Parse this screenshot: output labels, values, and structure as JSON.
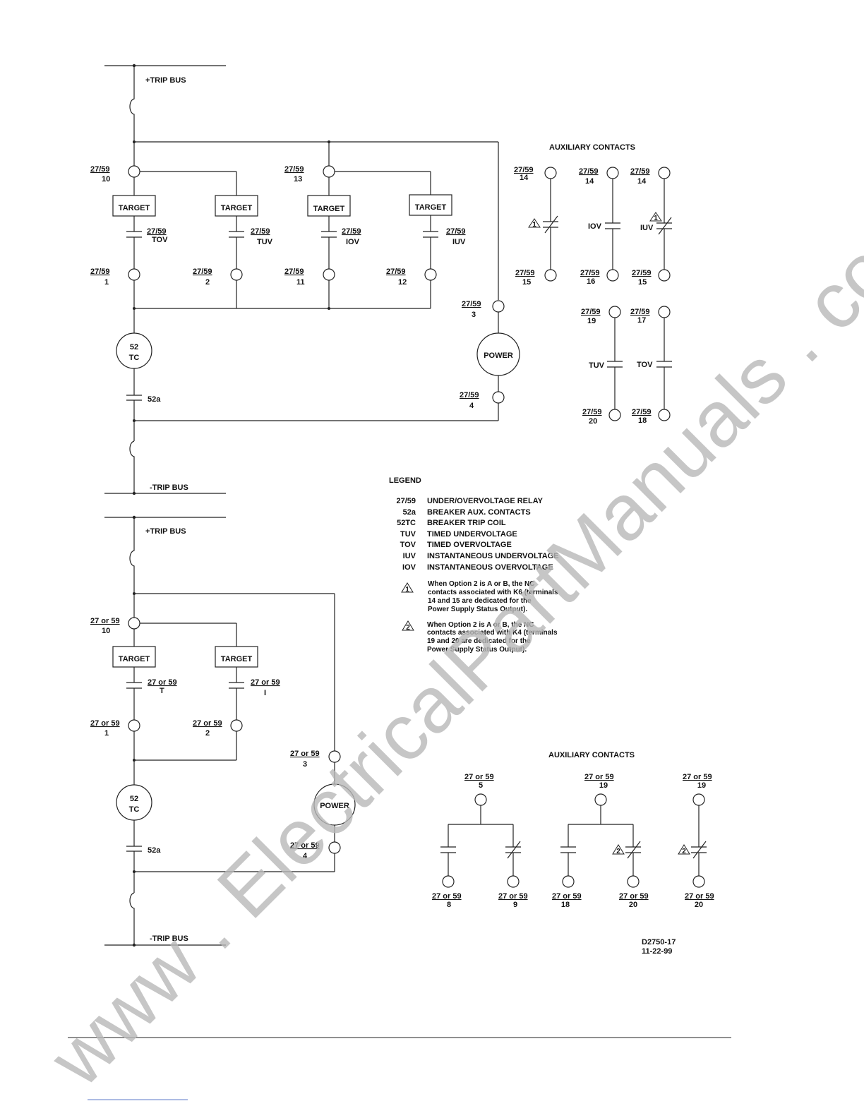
{
  "top": {
    "trip_bus_pos": "+TRIP BUS",
    "trip_bus_neg": "-TRIP BUS",
    "relay": "27/59",
    "targets": [
      "TARGET",
      "TARGET",
      "TARGET",
      "TARGET"
    ],
    "contacts": [
      "TOV",
      "TUV",
      "IOV",
      "IUV"
    ],
    "upper_terminals": [
      "10",
      "13"
    ],
    "lower_terminals": [
      "1",
      "2",
      "11",
      "12"
    ],
    "power_terminals": [
      "3",
      "4"
    ],
    "coil": [
      "52",
      "TC"
    ],
    "power": "POWER",
    "aux_contact": "52a"
  },
  "aux_top": {
    "title": "AUXILIARY CONTACTS",
    "relay": "27/59",
    "terms_top": [
      "14",
      "14",
      "14",
      "19",
      "17"
    ],
    "terms_bottom": [
      "15",
      "16",
      "15",
      "20",
      "18"
    ],
    "contacts": [
      "IOV",
      "IUV",
      "TUV",
      "TOV"
    ],
    "note_marks": [
      "1",
      "1"
    ]
  },
  "legend": {
    "title": "LEGEND",
    "items": [
      {
        "code": "27/59",
        "desc": "UNDER/OVERVOLTAGE RELAY"
      },
      {
        "code": "52a",
        "desc": "BREAKER AUX. CONTACTS"
      },
      {
        "code": "52TC",
        "desc": "BREAKER TRIP COIL"
      },
      {
        "code": "TUV",
        "desc": "TIMED UNDERVOLTAGE"
      },
      {
        "code": "TOV",
        "desc": "TIMED OVERVOLTAGE"
      },
      {
        "code": "IUV",
        "desc": "INSTANTANEOUS UNDERVOLTAGE"
      },
      {
        "code": "IOV",
        "desc": "INSTANTANEOUS OVERVOLTAGE"
      }
    ],
    "notes": [
      {
        "mark": "1",
        "lines": [
          "When  Option 2 is A or B, the NC",
          "contacts associated  with K6 (terminals",
          "14 and 15 are dedicated for the",
          "Power Supply Status Output)."
        ]
      },
      {
        "mark": "2",
        "lines": [
          "When  Option 2 is A or B, the NC",
          "contacts associated  with K4 (terminals",
          "19 and 20 are dedicated for the",
          "Power Supply Status Output)."
        ]
      }
    ]
  },
  "bottom": {
    "trip_bus_pos": "+TRIP BUS",
    "trip_bus_neg": "-TRIP BUS",
    "relay": "27 or 59",
    "targets": [
      "TARGET",
      "TARGET"
    ],
    "contacts": [
      "T",
      "I"
    ],
    "upper_terminal": "10",
    "lower_terminals": [
      "1",
      "2"
    ],
    "power_terminals": [
      "3",
      "4"
    ],
    "coil": [
      "52",
      "TC"
    ],
    "power": "POWER",
    "aux_contact": "52a"
  },
  "aux_bottom": {
    "title": "AUXILIARY CONTACTS",
    "relay": "27 or 59",
    "common_terms": [
      "5",
      "19",
      "19"
    ],
    "out_terms": [
      "8",
      "9",
      "18",
      "20",
      "20"
    ],
    "note_marks": [
      "2",
      "2"
    ]
  },
  "drawing_id": [
    "D2750-17",
    "11-22-99"
  ],
  "watermark": "www . ElectricalPartManuals . com"
}
